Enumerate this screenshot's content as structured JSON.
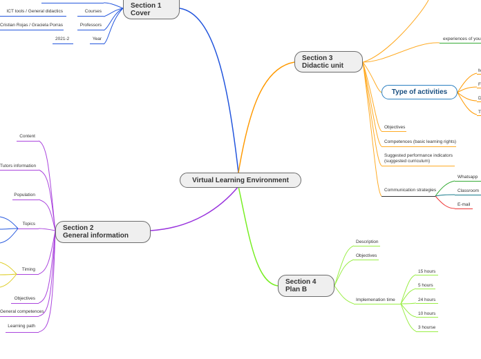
{
  "central": {
    "title": "Virtual Learning Environment"
  },
  "section1": {
    "title": [
      "Section 1",
      "Cover"
    ],
    "items": [
      {
        "label": "ICT tools / General didactics",
        "key": "Courses"
      },
      {
        "label": "Cristian Rojas / Graciela Porras",
        "key": "Professors"
      },
      {
        "label": "2021-2",
        "key": "Year"
      }
    ]
  },
  "section2": {
    "title": [
      "Section 2",
      "General information"
    ],
    "items": [
      "Content",
      "Tutors information",
      "Population",
      "Topics",
      "Timing",
      "Objectives",
      "General competences",
      "Learning path"
    ]
  },
  "section3": {
    "title": [
      "Section 3",
      "Didactic unit"
    ],
    "top_item": "experiences of your",
    "activities": {
      "title": "Type of activities",
      "items": [
        "M",
        "F",
        "D",
        "T"
      ]
    },
    "items": [
      "Objectives",
      "Competences (basic learning rights)",
      "Suggested performance indicators",
      "(suggested curriculum)",
      "Communication strategies"
    ],
    "communication": [
      "Whatsapp",
      "Classroom",
      "E-mail"
    ]
  },
  "section4": {
    "title": [
      "Section 4",
      "Plan B"
    ],
    "items": [
      "Description",
      "Objectives",
      "Implemenation time"
    ],
    "times": [
      "15 hours",
      "5 hours",
      "24 hours",
      "10 hours",
      "3 hourse"
    ]
  }
}
